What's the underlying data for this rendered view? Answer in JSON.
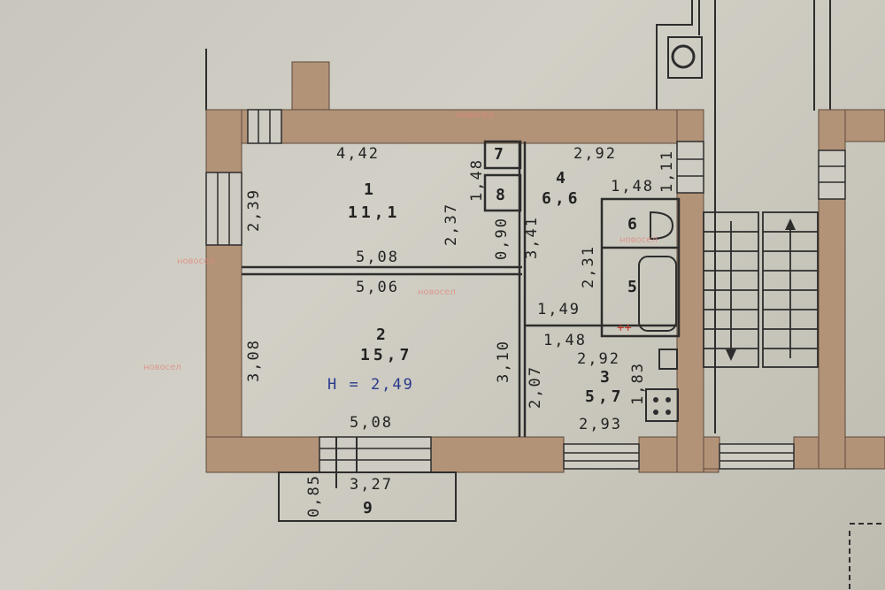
{
  "rooms": [
    {
      "number": "1",
      "area": "11,1"
    },
    {
      "number": "2",
      "area": "15,7"
    },
    {
      "number": "3",
      "area": "5,7"
    },
    {
      "number": "4",
      "area": "6,6"
    },
    {
      "number": "5"
    },
    {
      "number": "6"
    },
    {
      "number": "7"
    },
    {
      "number": "8"
    },
    {
      "number": "9"
    }
  ],
  "dimensions": [
    "4,42",
    "2,39",
    "2,37",
    "1,48",
    "5,08",
    "5,06",
    "0,90",
    "3,41",
    "2,92",
    "1,11",
    "1,48",
    "2,31",
    "1,49",
    "1,48",
    "3,08",
    "3,10",
    "2,07",
    "2,92",
    "1,83",
    "2,93",
    "5,08",
    "3,27",
    "0,85"
  ],
  "ceiling_height": "H = 2,49",
  "watermark": "новосел",
  "colors": {
    "wall": "#b39378",
    "paper": "#cecbc2",
    "line": "#2d2d2d",
    "ceiling_text": "#2a3a8c"
  }
}
